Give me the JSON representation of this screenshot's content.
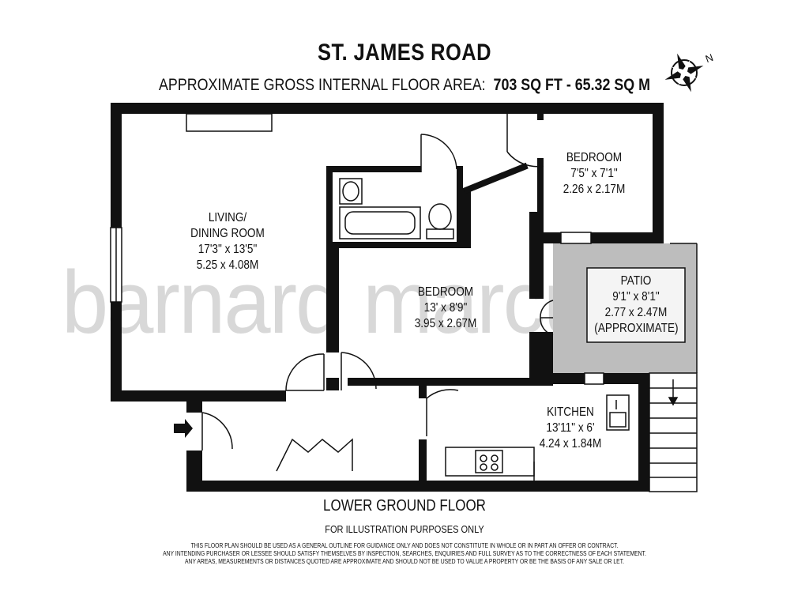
{
  "header": {
    "title": "ST. JAMES ROAD",
    "area_prefix": "APPROXIMATE GROSS INTERNAL FLOOR AREA:",
    "area_sqft": "703 SQ FT",
    "area_sep": " - ",
    "area_sqm": "65.32 SQ M"
  },
  "compass": {
    "label": "N"
  },
  "watermark": {
    "text": "barnard marcus"
  },
  "rooms": {
    "living": {
      "name_line1": "LIVING/",
      "name_line2": "DINING ROOM",
      "imperial": "17'3\" x 13'5\"",
      "metric": "5.25 x 4.08M"
    },
    "bedroom1": {
      "name": "BEDROOM",
      "imperial": "7'5\" x 7'1\"",
      "metric": "2.26 x 2.17M"
    },
    "bedroom2": {
      "name": "BEDROOM",
      "imperial": "13' x 8'9\"",
      "metric": "3.95 x 2.67M"
    },
    "patio": {
      "name": "PATIO",
      "imperial": "9'1\" x 8'1\"",
      "metric": "2.77 x 2.47M",
      "note": "(APPROXIMATE)"
    },
    "kitchen": {
      "name": "KITCHEN",
      "imperial": "13'11\" x 6'",
      "metric": "4.24 x 1.84M"
    }
  },
  "footer": {
    "floor": "LOWER GROUND FLOOR",
    "illustration": "FOR ILLUSTRATION PURPOSES ONLY",
    "disclaimer_lines": [
      "THIS FLOOR PLAN SHOULD BE USED AS A GENERAL OUTLINE FOR GUIDANCE ONLY AND DOES NOT CONSTITUTE IN WHOLE OR IN PART AN OFFER OR CONTRACT.",
      "ANY INTENDING PURCHASER OR LESSEE SHOULD SATISFY THEMSELVES BY INSPECTION, SEARCHES, ENQUIRIES AND FULL SURVEY AS TO THE CORRECTNESS OF EACH STATEMENT.",
      "ANY AREAS, MEASUREMENTS OR DISTANCES QUOTED ARE APPROXIMATE AND SHOULD NOT BE USED TO VALUE A PROPERTY OR BE THE BASIS OF ANY SALE OR LET."
    ]
  },
  "colors": {
    "wall": "#111111",
    "patio": "#bdbdbd",
    "watermark": "#d8d8d8"
  }
}
